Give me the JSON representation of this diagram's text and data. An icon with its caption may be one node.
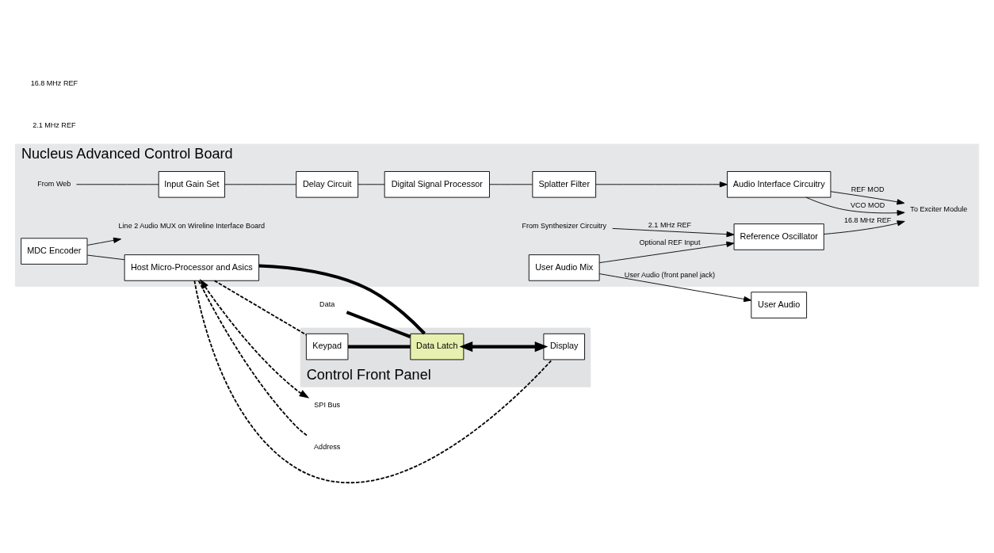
{
  "diagram": {
    "nodes": [
      {
        "text": [
          "Nucleus Advanced Control Board"
        ]
      },
      {
        "text": [
          "From Web"
        ],
        "in": 0
      },
      {
        "text": [
          "Input Gain Set"
        ],
        "in": 0
      },
      {
        "text": [
          "Delay Circuit"
        ],
        "in": 0
      },
      {
        "text": [
          "Digital Signal Processor"
        ],
        "in": 0
      },
      {
        "text": [
          "Splatter Filter"
        ],
        "in": 0
      },
      {
        "text": [
          "From Synthesizer Circuitry"
        ],
        "in": 0
      },
      {
        "text": [
          "Audio Interface Circuitry"
        ],
        "in": 0
      },
      {
        "text": [
          "MDC Encoder"
        ],
        "in": 0
      },
      {
        "text": [
          "Host Micro-Processor and Asics"
        ],
        "in": 0
      },
      {
        "text": [
          "User Audio Mix"
        ],
        "in": 0
      },
      {
        "text": [
          "Reference Oscillator"
        ],
        "in": 0
      },
      {
        "text": [
          "To Exciter Module"
        ],
        "in": 0
      },
      {
        "text": [
          "Line 2 Audio MUX on Wireline Interface Board"
        ],
        "in": 0
      },
      {
        "text": [
          "Control Front Panel"
        ]
      },
      {
        "text": [
          "Keypad"
        ],
        "in": 14
      },
      {
        "text": [
          "Display"
        ],
        "in": 14
      },
      {
        "text": [
          "Data Latch"
        ],
        "in": 14
      },
      {
        "text": [
          "User Audio"
        ]
      },
      {
        "text": [
          "SPI Bus"
        ]
      },
      {
        "text": [
          "Address"
        ]
      },
      {
        "text": [
          "Data"
        ]
      }
    ],
    "edges": [
      {
        "from": 1,
        "to": 2,
        "arrow": "none"
      },
      {
        "from": 2,
        "to": 3,
        "arrow": "none"
      },
      {
        "from": 3,
        "to": 4,
        "arrow": "none"
      },
      {
        "from": 4,
        "to": 5,
        "arrow": "none"
      },
      {
        "from": 5,
        "to": 7,
        "arrow": "to"
      },
      {
        "from": 6,
        "to": 11,
        "arrow": "to",
        "label": "2.1 MHz REF"
      },
      {
        "from": 7,
        "to": 12,
        "arrow": "to",
        "label": "VCO MOD"
      },
      {
        "from": 7,
        "to": 12,
        "arrow": "to",
        "label": "REF MOD"
      },
      {
        "from": 11,
        "to": 12,
        "arrow": "to",
        "label": "16.8 MHz REF"
      },
      {
        "from": 8,
        "to": 9,
        "arrow": "none"
      },
      {
        "from": 8,
        "to": 13,
        "arrow": "to"
      },
      {
        "from": 10,
        "to": 11,
        "arrow": "to",
        "label": "Optional REF Input"
      },
      {
        "from": 10,
        "to": 18,
        "arrow": "to",
        "label": "User Audio (front panel jack)"
      },
      {
        "from": 9,
        "to": 19,
        "arrow": "both",
        "style": "dashed"
      },
      {
        "from": 9,
        "to": 20,
        "arrow": "none",
        "style": "dashed"
      },
      {
        "from": 9,
        "to": 15,
        "arrow": "none",
        "style": "dashed"
      },
      {
        "from": 9,
        "to": 16,
        "arrow": "none",
        "style": "dashed"
      },
      {
        "from": 21,
        "to": 17,
        "arrow": "none",
        "style": "thick"
      },
      {
        "from": 9,
        "to": 17,
        "arrow": "none",
        "style": "thick"
      },
      {
        "from": 15,
        "to": 17,
        "arrow": "none",
        "style": "thick"
      },
      {
        "from": 17,
        "to": 16,
        "arrow": "both",
        "style": "thick"
      }
    ],
    "labels": [
      "2.1 MHz REF",
      "16.8 MHz REF"
    ]
  }
}
